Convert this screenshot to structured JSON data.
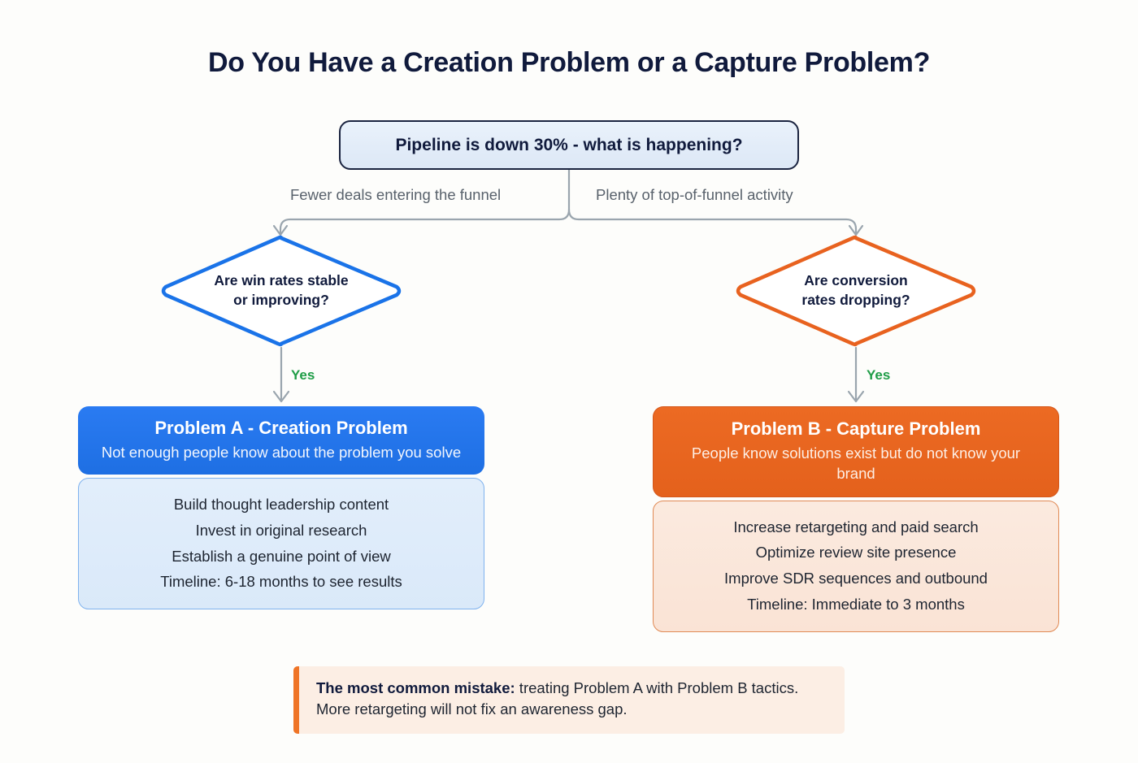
{
  "title": "Do You Have a Creation Problem or a Capture Problem?",
  "root": {
    "label": "Pipeline is down 30% - what is happening?"
  },
  "branches": {
    "left_label": "Fewer deals entering the funnel",
    "right_label": "Plenty of top-of-funnel activity"
  },
  "decisions": {
    "left": {
      "line1": "Are win rates stable",
      "line2": "or improving?",
      "edge_label": "Yes",
      "color": "#1a73e8"
    },
    "right": {
      "line1": "Are conversion",
      "line2": "rates dropping?",
      "edge_label": "Yes",
      "color": "#e8621f"
    }
  },
  "cards": {
    "left": {
      "title": "Problem A - Creation Problem",
      "subtitle": "Not enough people know about the problem you solve",
      "bullets": [
        "Build thought leadership content",
        "Invest in original research",
        "Establish a genuine point of view",
        "Timeline: 6-18 months to see results"
      ],
      "accent": "#1e6fe3"
    },
    "right": {
      "title": "Problem B - Capture Problem",
      "subtitle": "People know solutions exist but do not know your brand",
      "bullets": [
        "Increase retargeting and paid search",
        "Optimize review site presence",
        "Improve SDR sequences and outbound",
        "Timeline: Immediate to 3 months"
      ],
      "accent": "#e4611c"
    }
  },
  "footnote": {
    "strong": "The most common mistake:",
    "rest": " treating Problem A with Problem B tactics. More retargeting will not fix an awareness gap."
  },
  "colors": {
    "background": "#fdfdfb",
    "title_text": "#101a3c",
    "connector": "#9aa5ae",
    "yes_green": "#1f9d47",
    "branch_label_text": "#59626c"
  }
}
